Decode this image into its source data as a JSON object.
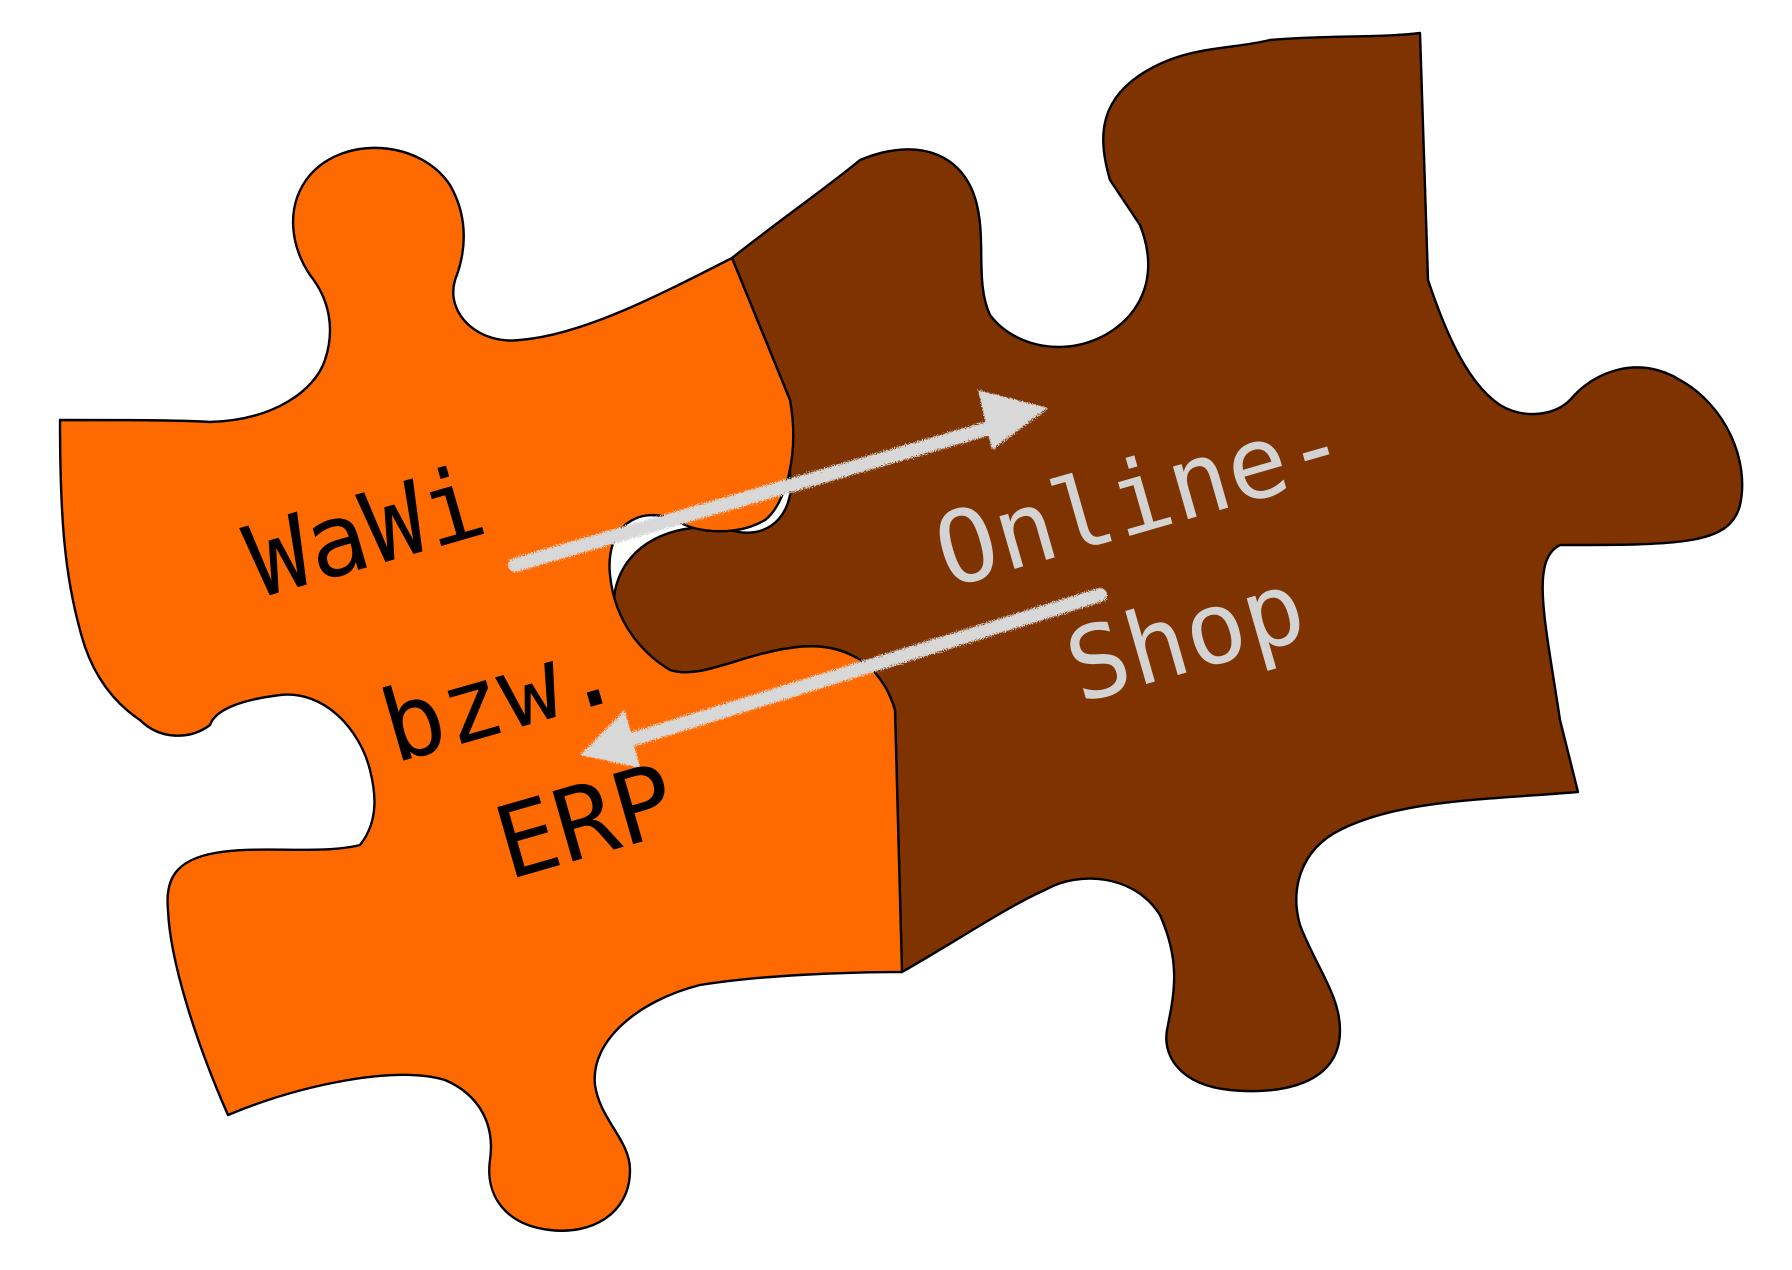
{
  "colors": {
    "erp_piece": "#FF6A00",
    "shop_piece": "#7E3300",
    "erp_text": "#000000",
    "shop_text": "#D3D3D3",
    "arrow": "#D8D8D8"
  },
  "pieces": {
    "erp": {
      "lines": [
        "WaWi",
        "bzw.",
        "ERP"
      ]
    },
    "shop": {
      "lines": [
        "Online-",
        "Shop"
      ]
    }
  },
  "arrows": [
    {
      "from": "erp",
      "to": "shop",
      "direction": "right"
    },
    {
      "from": "shop",
      "to": "erp",
      "direction": "left"
    }
  ]
}
